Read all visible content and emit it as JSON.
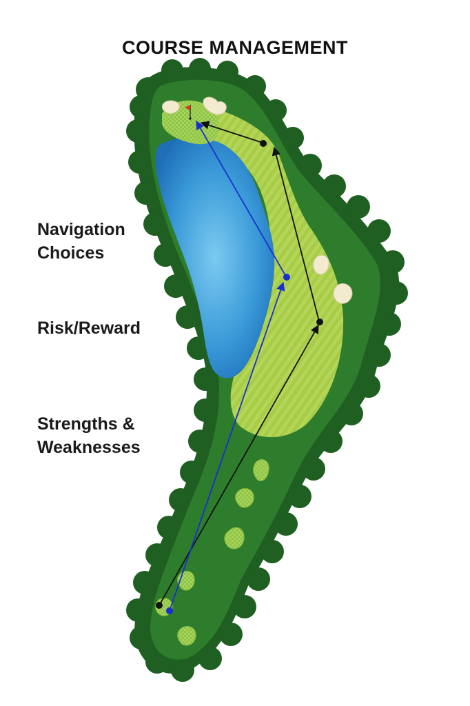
{
  "title": "COURSE MANAGEMENT",
  "labels": {
    "navigation_line1": "Navigation",
    "navigation_line2": "Choices",
    "risk_reward": "Risk/Reward",
    "strengths_line1": "Strengths &",
    "strengths_line2": "Weaknesses"
  },
  "colors": {
    "rough": "#2d7d2d",
    "trees": "#1f5f22",
    "fairway": "#a8cc4a",
    "water": "#3a9ad8",
    "sand": "#f3ead0",
    "path_black": "#111111",
    "path_blue": "#1a2fd0",
    "flag": "#d43a1a"
  },
  "icons": {
    "flag": "flag-icon",
    "ball_black": "ball-marker-icon",
    "ball_blue": "ball-marker-icon"
  }
}
